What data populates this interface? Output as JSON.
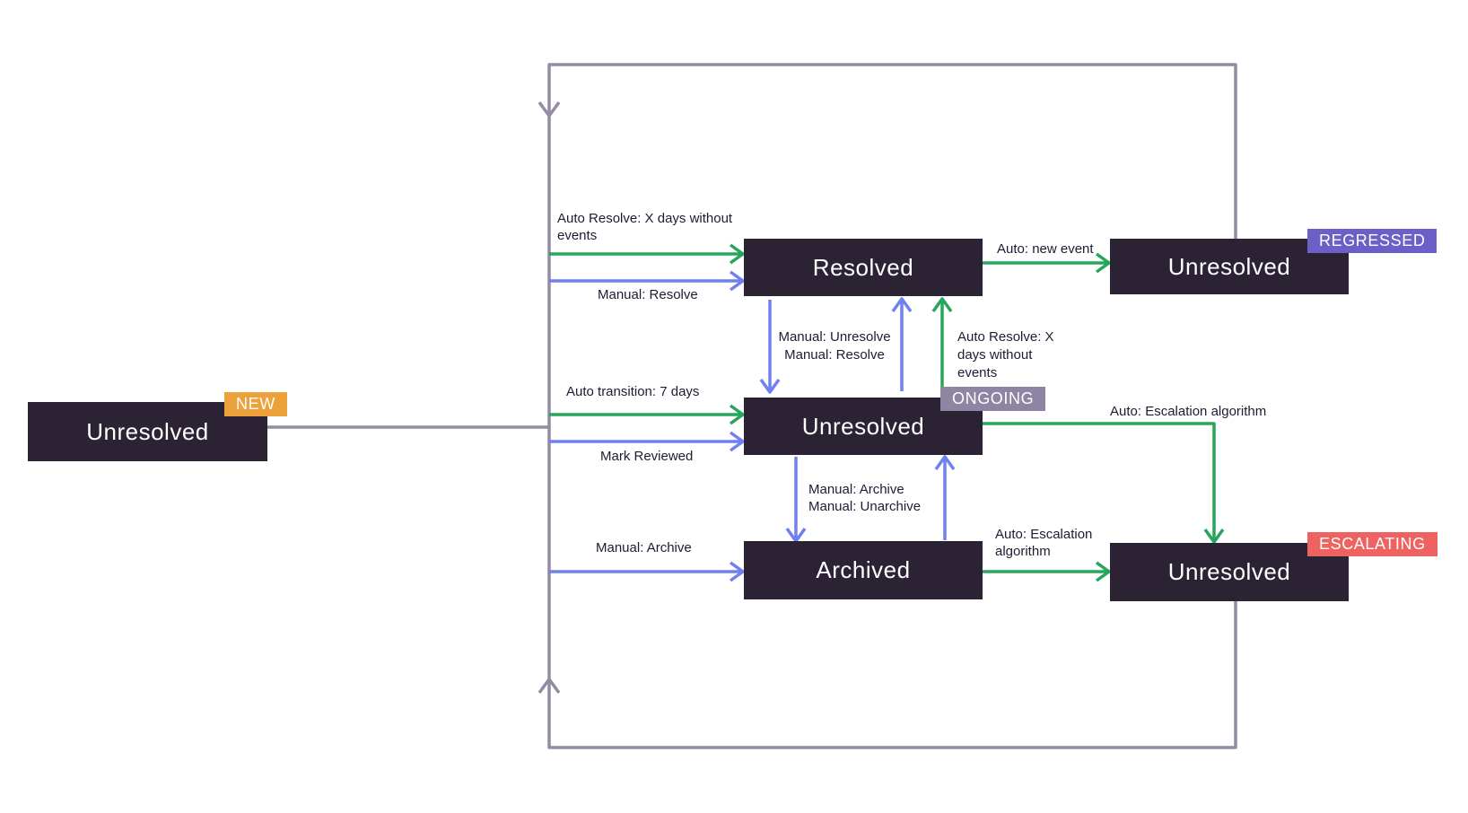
{
  "diagram_title": "issue-state-transition-diagram",
  "states": {
    "new": {
      "label": "Unresolved",
      "badge": "NEW"
    },
    "resolved": {
      "label": "Resolved"
    },
    "ongoing": {
      "label": "Unresolved",
      "badge": "ONGOING"
    },
    "archived": {
      "label": "Archived"
    },
    "regressed": {
      "label": "Unresolved",
      "badge": "REGRESSED"
    },
    "escalating": {
      "label": "Unresolved",
      "badge": "ESCALATING"
    }
  },
  "labels": {
    "auto_resolve_left": {
      "line1": "Auto Resolve: X days without",
      "line2": "events"
    },
    "manual_resolve_left": "Manual: Resolve",
    "auto_transition": "Auto transition: 7 days",
    "mark_reviewed": "Mark Reviewed",
    "manual_archive_left": "Manual: Archive",
    "manual_pair_resolved": {
      "line1": "Manual: Unresolve",
      "line2": "Manual: Resolve"
    },
    "auto_resolve_mid": {
      "line1": "Auto Resolve: X",
      "line2": "days without",
      "line3": "events"
    },
    "auto_new_event": "Auto: new event",
    "auto_escalation_top": "Auto: Escalation algorithm",
    "manual_archive_pair": {
      "line1": "Manual: Archive",
      "line2": "Manual: Unarchive"
    },
    "auto_escalation_bottom": {
      "line1": "Auto: Escalation",
      "line2": "algorithm"
    }
  },
  "colors": {
    "state_box": "#2b2233",
    "green": "#26a65b",
    "blue": "#6f81f0",
    "purple_line": "#948ba4",
    "badge_new": "#eca13b",
    "badge_ongoing": "#8d85a2",
    "badge_regressed": "#6c5fc7",
    "badge_escalating": "#ee6361",
    "label_text": "#221a34",
    "background": "#ffffff"
  }
}
